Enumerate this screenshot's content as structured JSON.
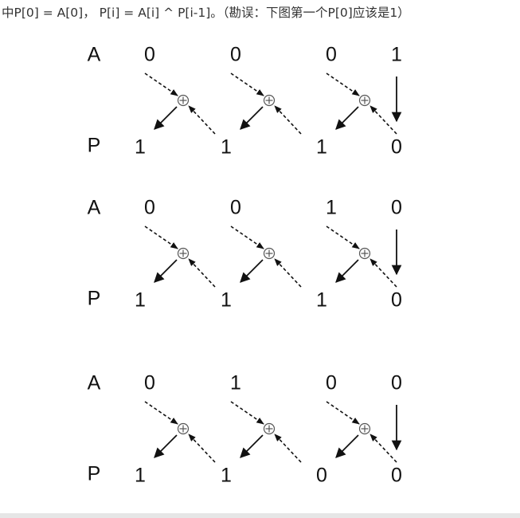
{
  "caption": "中P[0] = A[0]， P[i] = A[i] ^ P[i-1]。（勘误：下图第一个P[0]应该是1）",
  "row_labels": {
    "a": "A",
    "p": "P"
  },
  "xor_symbol": "⊕",
  "rows": [
    {
      "a": [
        "0",
        "0",
        "0",
        "1"
      ],
      "p": [
        "1",
        "1",
        "1",
        "0"
      ]
    },
    {
      "a": [
        "0",
        "0",
        "1",
        "0"
      ],
      "p": [
        "1",
        "1",
        "1",
        "0"
      ]
    },
    {
      "a": [
        "0",
        "1",
        "0",
        "0"
      ],
      "p": [
        "1",
        "1",
        "0",
        "0"
      ]
    }
  ]
}
